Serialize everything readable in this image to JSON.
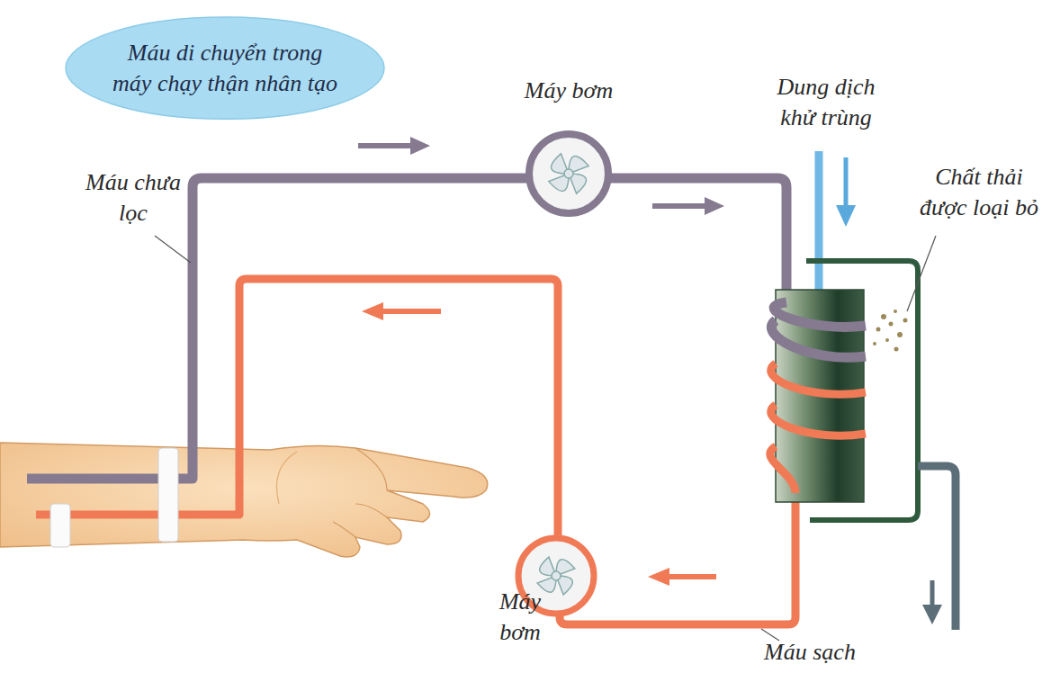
{
  "diagram": {
    "nodes": [
      {
        "text": [
          "Máu di chuyển trong máy chạy thận nhân tạo"
        ]
      }
    ],
    "labels": [
      "Máy bơm",
      "Dung dịch khử trùng",
      "Máu chưa lọc",
      "Chất thải được loại bỏ",
      "Máy bơm",
      "Máu sạch"
    ]
  }
}
